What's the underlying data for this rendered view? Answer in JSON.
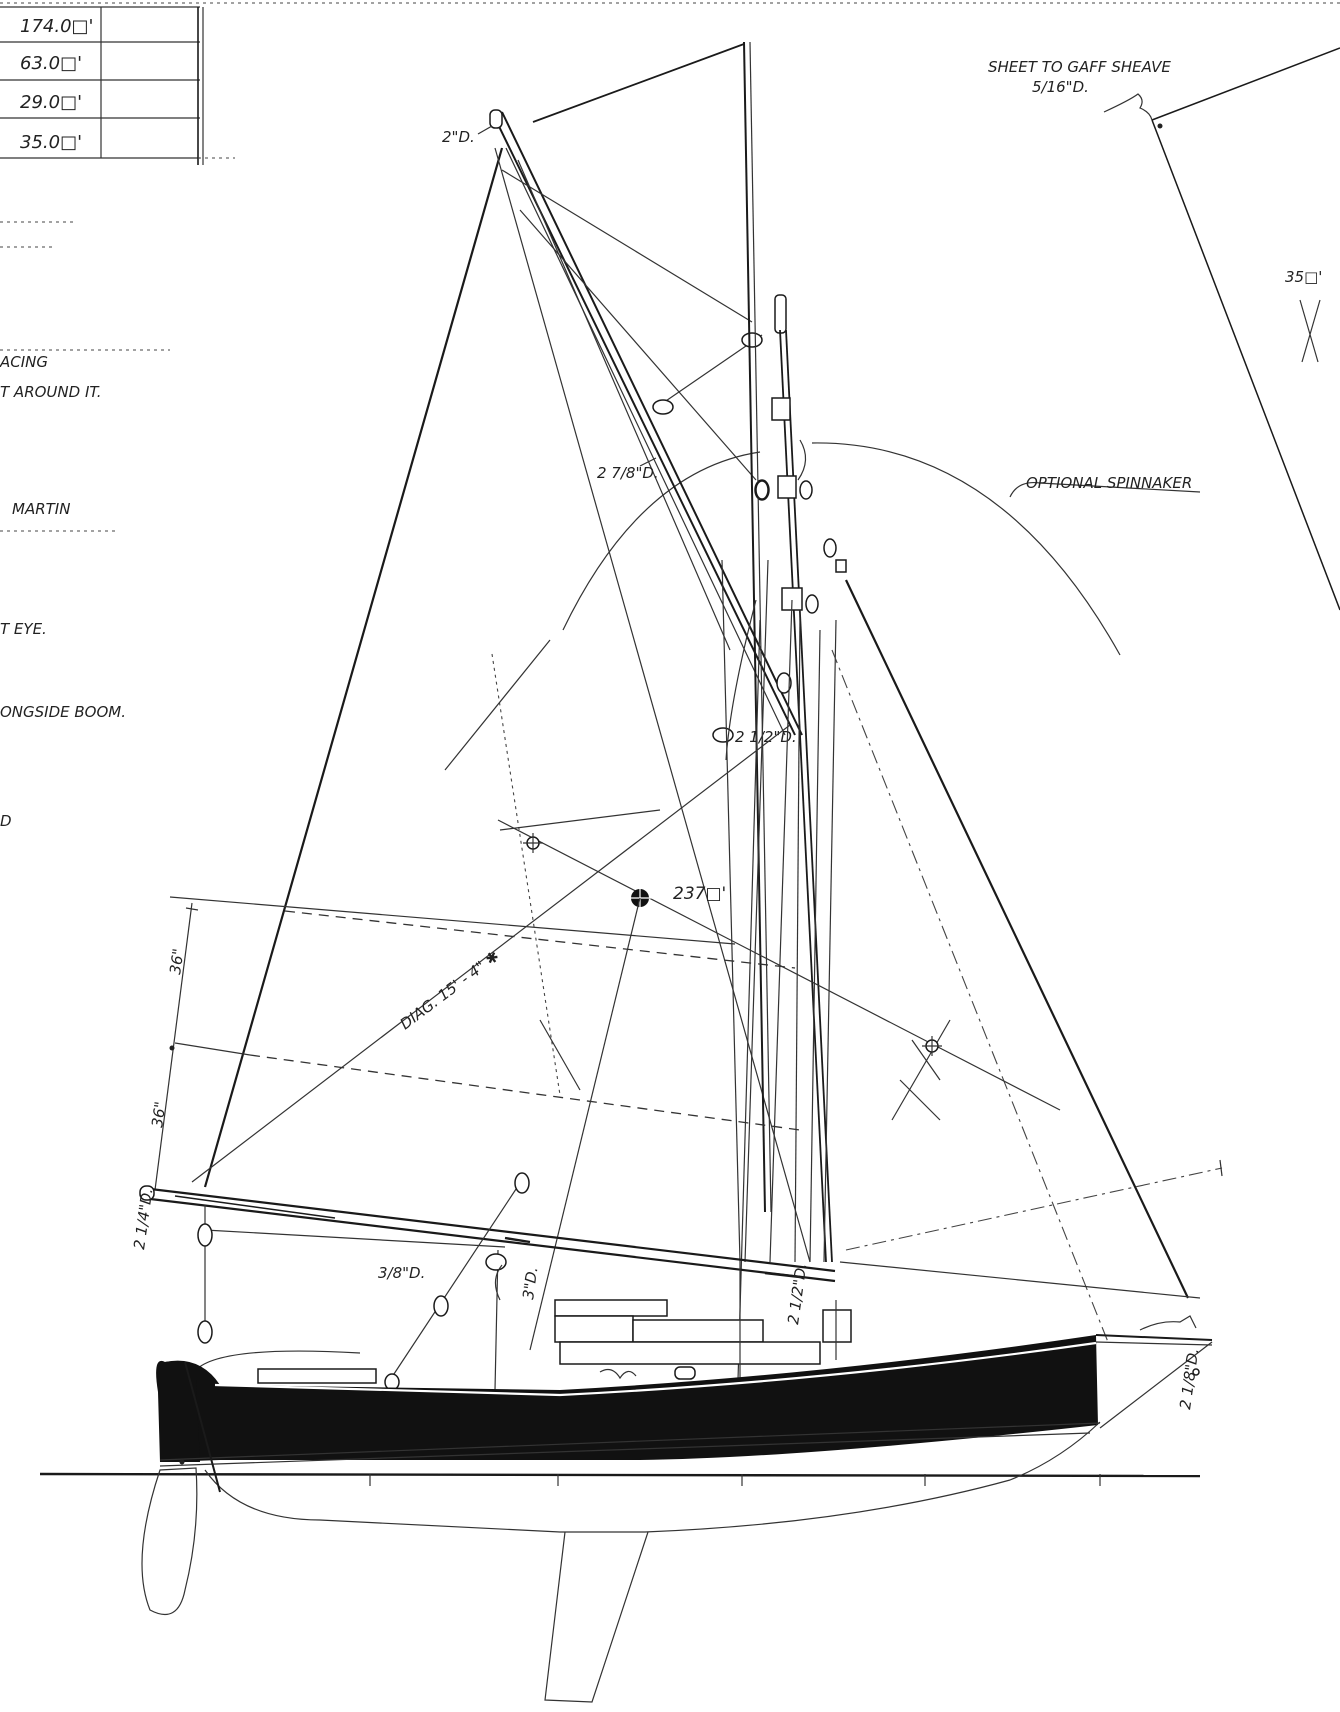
{
  "table": {
    "values": [
      "174.0□'",
      "63.0□'",
      "29.0□'",
      "35.0□'"
    ]
  },
  "notes": {
    "left": [
      "ACING",
      "T AROUND IT.",
      "MARTIN",
      "T EYE.",
      "ONGSIDE BOOM.",
      "D"
    ],
    "sheet_to_gaff": "SHEET TO GAFF SHEAVE",
    "sheet_to_gaff_size": "5/16\"D.",
    "optional_spinnaker": "OPTIONAL SPINNAKER",
    "topsail_area": "35□'",
    "center_area": "237□'",
    "diag": "DIAG. 15' - 4\" ✱"
  },
  "dims": {
    "gaff_tip": "2\"D.",
    "gaff_mid": "2 7/8\"D.",
    "jaw": "2 1/2\"D.",
    "boom_end": "2 1/4\"D.",
    "sheet_block": "3/8\"D.",
    "boom_mid": "3\"D.",
    "mast_base": "2 1/2\"D.",
    "bowsprit": "2 1/8\"D.",
    "reef_upper": "36\"",
    "reef_lower": "36\""
  },
  "colors": {
    "ink": "#1a1a1a",
    "hull": "#111111",
    "paper": "#ffffff"
  }
}
